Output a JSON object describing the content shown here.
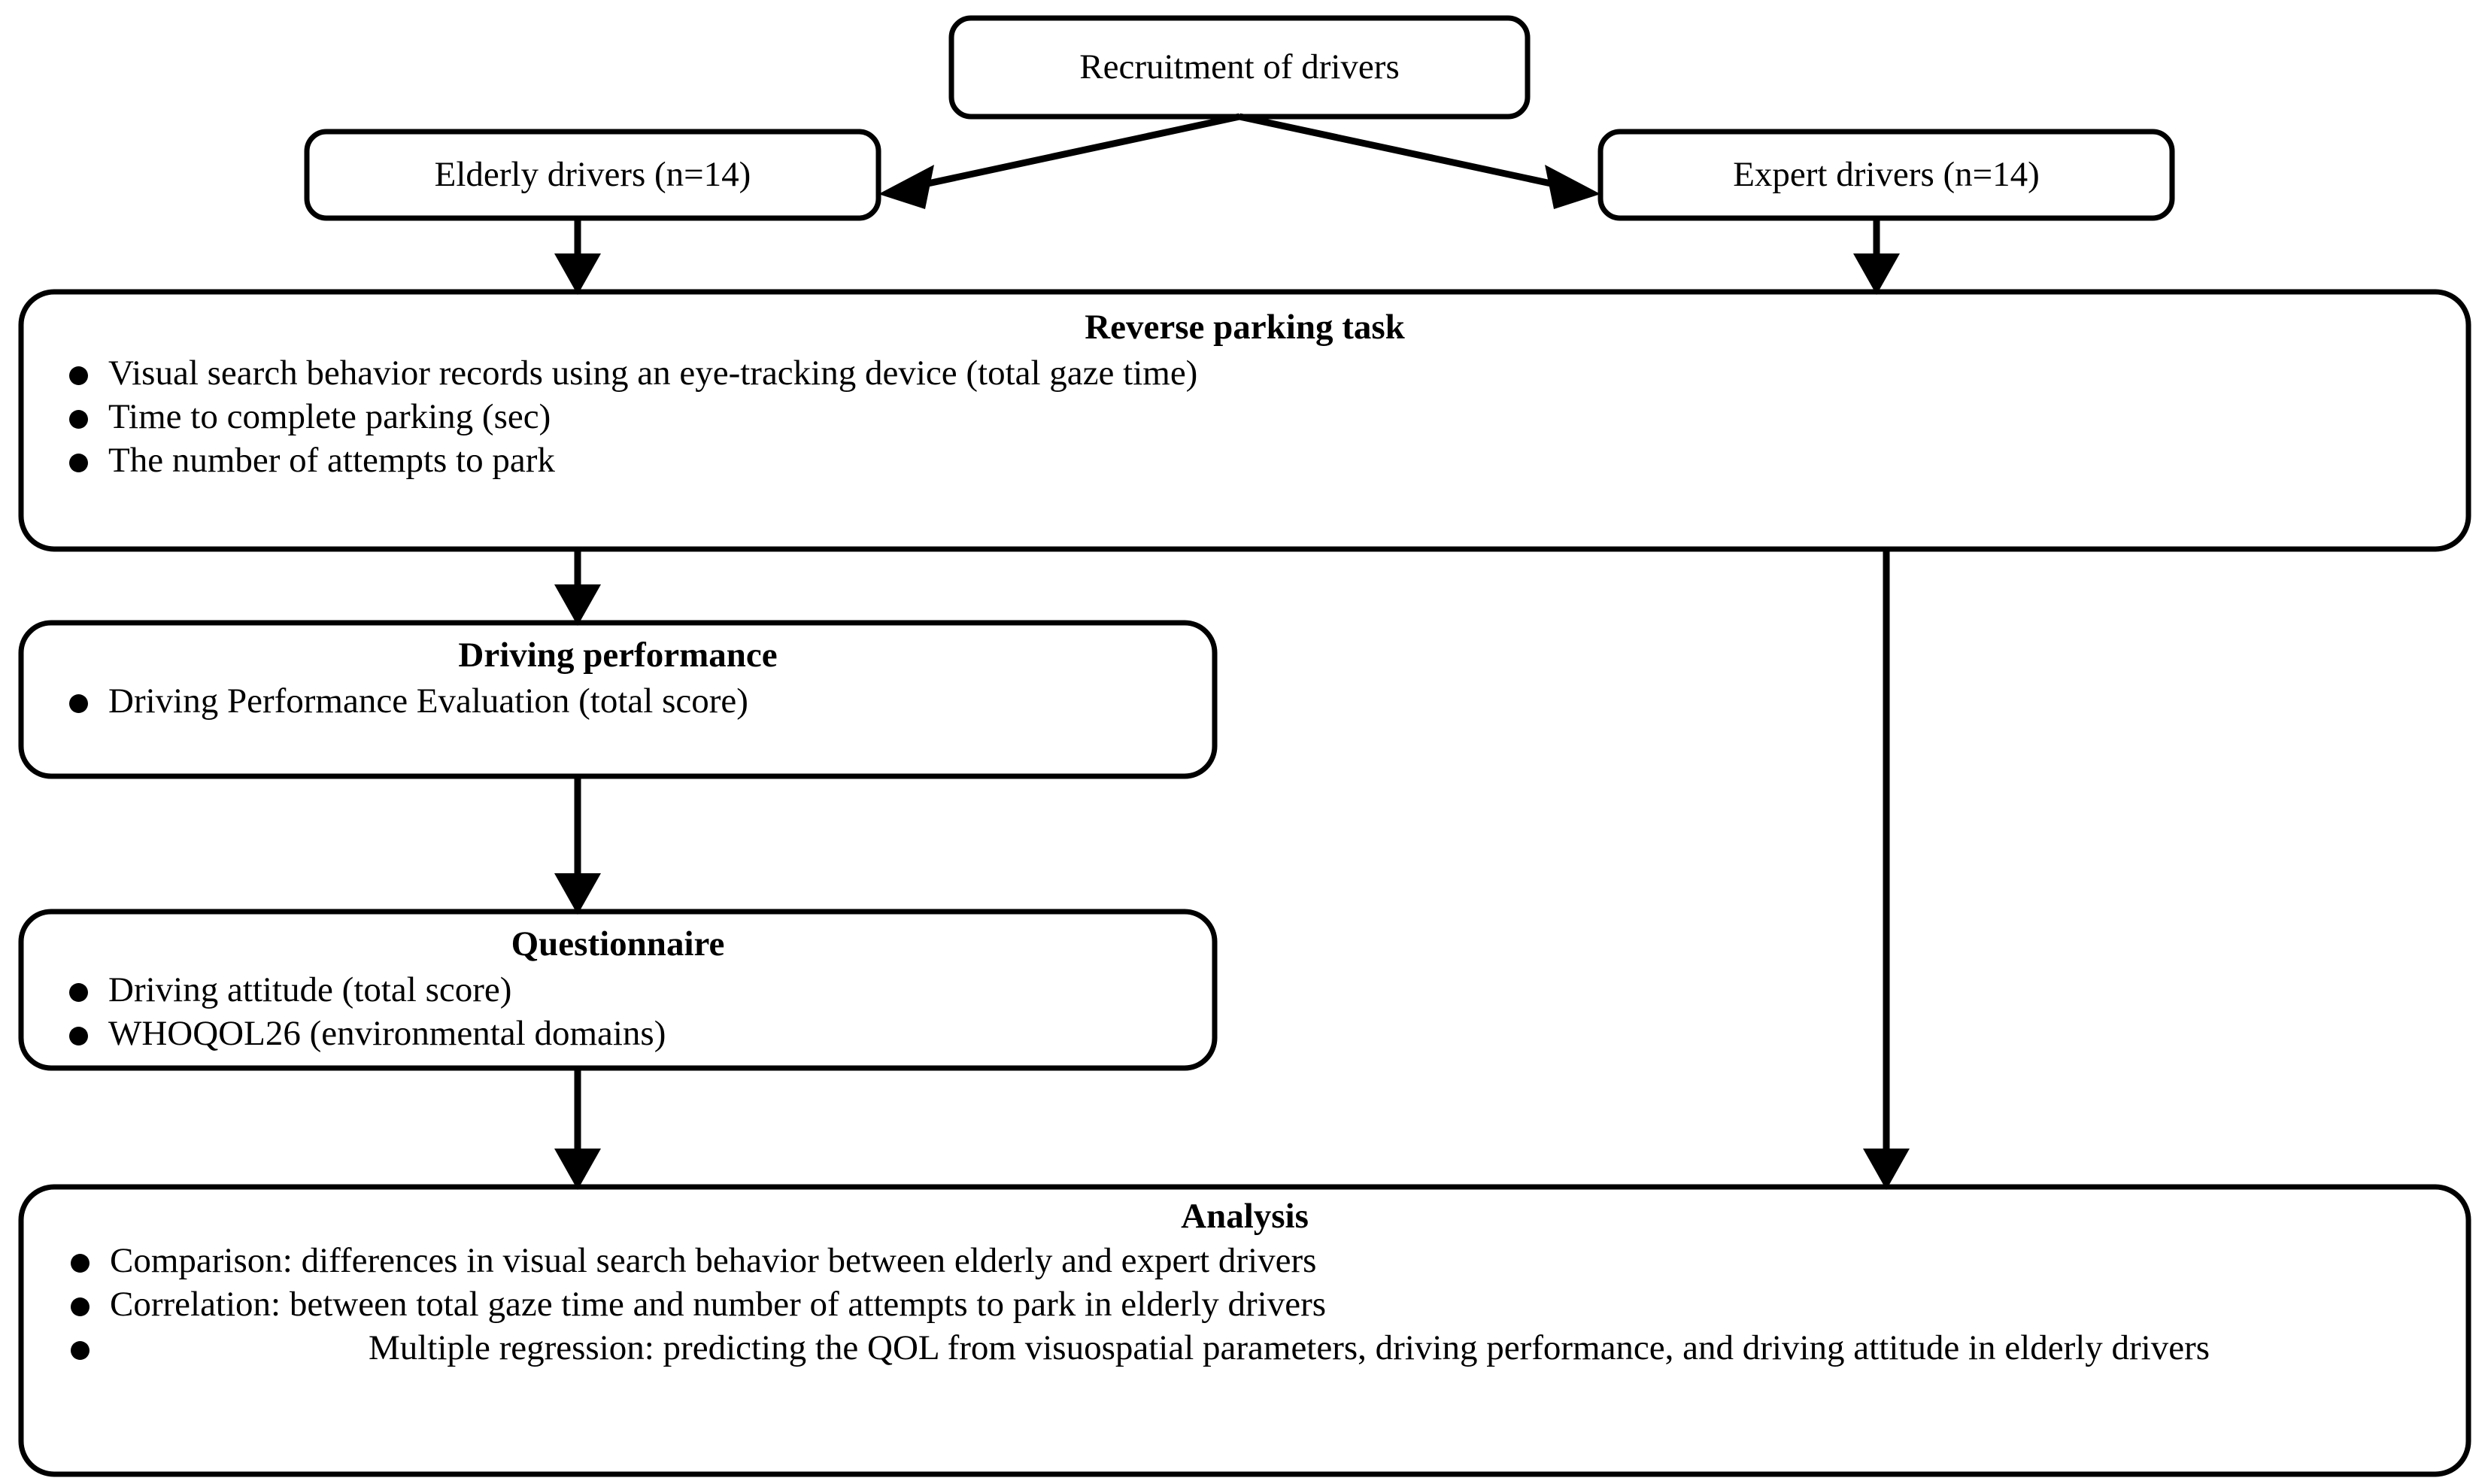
{
  "diagram": {
    "title": "Study flow diagram of driver recruitment, reverse parking task, and analysis",
    "accent_color": "#000000",
    "background_color": "#ffffff"
  },
  "nodes": {
    "recruitment": {
      "label": "Recruitment of drivers"
    },
    "elderly": {
      "label": "Elderly drivers (n=14)"
    },
    "expert": {
      "label": "Expert drivers (n=14)"
    },
    "reverse_parking": {
      "title": "Reverse parking task",
      "bullets": [
        "Visual search behavior records using an eye-tracking device (total gaze time)",
        "Time to complete parking (sec)",
        "The number of attempts to park"
      ]
    },
    "driving_performance": {
      "title": "Driving performance",
      "bullets": [
        "Driving Performance Evaluation (total score)"
      ]
    },
    "questionnaire": {
      "title": "Questionnaire",
      "bullets": [
        "Driving attitude (total score)",
        "WHOQOL26 (environmental domains)"
      ]
    },
    "analysis": {
      "title": "Analysis",
      "bullets": [
        "Comparison: differences in visual search behavior between elderly and expert drivers",
        "Correlation: between total gaze time and number of attempts to park in elderly drivers",
        "Multiple regression: predicting the QOL from visuospatial parameters, driving performance, and driving attitude in elderly drivers"
      ]
    }
  },
  "connectors": [
    {
      "name": "recruitment-to-elderly",
      "from": "recruitment",
      "to": "elderly",
      "style": "diagonal-arrow"
    },
    {
      "name": "recruitment-to-expert",
      "from": "recruitment",
      "to": "expert",
      "style": "diagonal-arrow"
    },
    {
      "name": "elderly-to-reverse-parking",
      "from": "elderly",
      "to": "reverse_parking",
      "style": "vertical-arrow"
    },
    {
      "name": "expert-to-reverse-parking",
      "from": "expert",
      "to": "reverse_parking",
      "style": "vertical-arrow"
    },
    {
      "name": "reverse-parking-to-driving-performance",
      "from": "reverse_parking",
      "to": "driving_performance",
      "style": "vertical-arrow"
    },
    {
      "name": "driving-performance-to-questionnaire",
      "from": "driving_performance",
      "to": "questionnaire",
      "style": "vertical-arrow"
    },
    {
      "name": "questionnaire-to-analysis",
      "from": "questionnaire",
      "to": "analysis",
      "style": "vertical-arrow"
    },
    {
      "name": "reverse-parking-to-analysis",
      "from": "reverse_parking",
      "to": "analysis",
      "style": "vertical-arrow-long"
    }
  ]
}
